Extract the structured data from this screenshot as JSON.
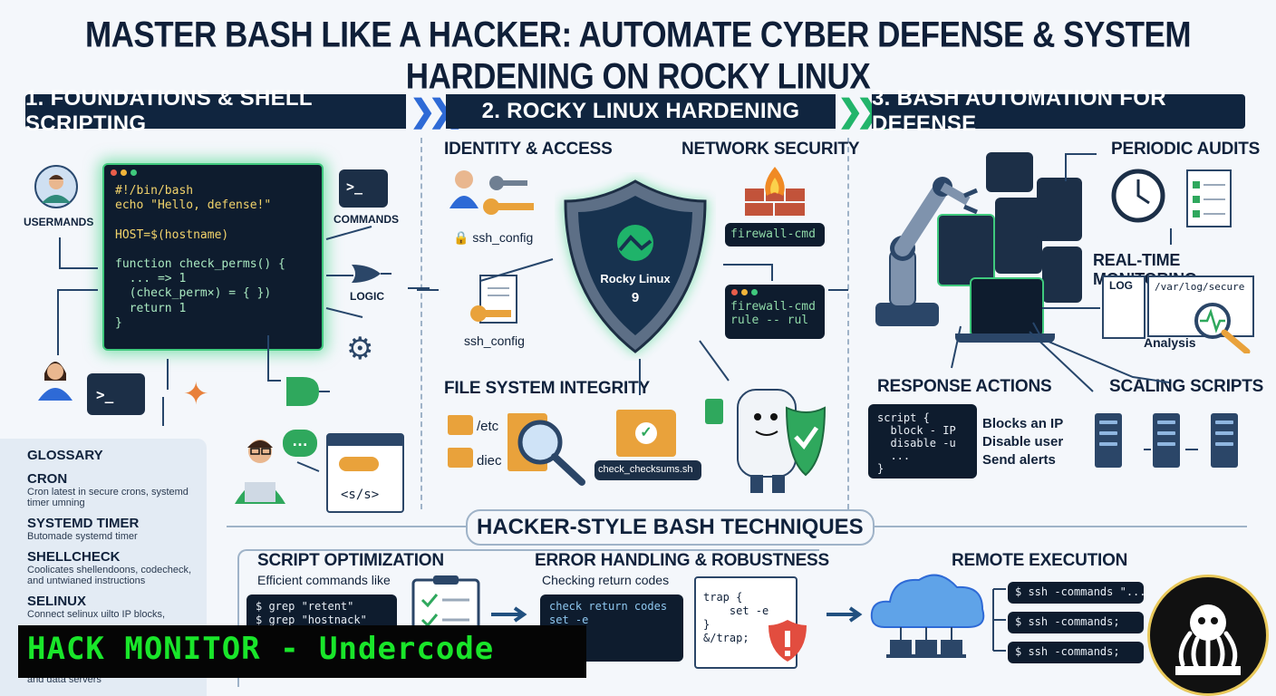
{
  "title": "MASTER BASH LIKE A HACKER: AUTOMATE CYBER DEFENSE & SYSTEM HARDENING ON ROCKY LINUX",
  "colors": {
    "navy": "#10253f",
    "accent_green": "#2fd27a",
    "accent_blue": "#2e6ad6",
    "watermark_green": "#19e62a"
  },
  "sections": {
    "s1": "1. FOUNDATIONS & SHELL SCRIPTING",
    "s2": "2. ROCKY LINUX HARDENING",
    "s3": "3. BASH AUTOMATION FOR DEFENSE"
  },
  "s1": {
    "user_label": "USERMANDS",
    "code": [
      "#!/bin/bash",
      "echo \"Hello, defense!\"",
      "",
      "HOST=$(hostname)",
      "",
      "function check_perms() {",
      "  ... => 1",
      "  (check_perm×) = { })",
      "  return 1",
      "}"
    ],
    "commands_label": "COMMANDS",
    "logic_label": "LOGIC",
    "html_tag": "<s/s>"
  },
  "glossary": {
    "heading": "GLOSSARY",
    "items": [
      {
        "term": "CRON",
        "desc": "Cron latest in secure crons, systemd timer umning"
      },
      {
        "term": "SYSTEMD TIMER",
        "desc": "Butomade systemd timer"
      },
      {
        "term": "SHELLCHECK",
        "desc": "Coolicates shellendoons, codecheck, and untwianed instructions"
      },
      {
        "term": "SELINUX",
        "desc": "Connect selinux uilto IP blocks,"
      }
    ],
    "tail": "and data servers"
  },
  "s2": {
    "identity": "IDENTITY & ACCESS",
    "network": "NETWORK SECURITY",
    "ssh1": "ssh_config",
    "ssh2": "ssh_config",
    "firewall1": "firewall-cmd",
    "firewall2_lines": [
      "firewall-cmd",
      "rule -- rul"
    ],
    "shield_name": "Rocky Linux",
    "shield_version": "9",
    "fsi": "FILE SYSTEM INTEGRITY",
    "etc": "/etc",
    "diec": "diec",
    "checksums": "check_checksums.sh"
  },
  "s3": {
    "audits": "PERIODIC AUDITS",
    "monitoring": "REAL-TIME MONITORING",
    "log": "LOG",
    "secure": "/var/log/secure",
    "analysis": "Analysis",
    "response": "RESPONSE ACTIONS",
    "response_code": [
      "script {",
      "  block - IP",
      "  disable -u",
      "  ...",
      "}"
    ],
    "actions": [
      "Blocks an IP",
      "Disable user",
      "Send alerts"
    ],
    "scaling": "SCALING SCRIPTS"
  },
  "bottom": {
    "heading": "HACKER-STYLE BASH TECHNIQUES",
    "opt_title": "SCRIPT OPTIMIZATION",
    "opt_sub": "Efficient commands like",
    "opt_code": [
      "$ grep \"retent\"",
      "$ grep \"hostnack\""
    ],
    "err_title": "ERROR HANDLING & ROBUSTNESS",
    "err_sub": "Checking return codes",
    "err_code": [
      "check return codes",
      "set -e"
    ],
    "trap_code": [
      "trap {",
      "    set -e",
      "}",
      "&/trap;"
    ],
    "remote_title": "REMOTE EXECUTION",
    "remote_cmds": [
      "$ ssh -commands \"...",
      "$ ssh -commands;",
      "$ ssh -commands;"
    ]
  },
  "watermark": "HACK MONITOR - Undercode"
}
